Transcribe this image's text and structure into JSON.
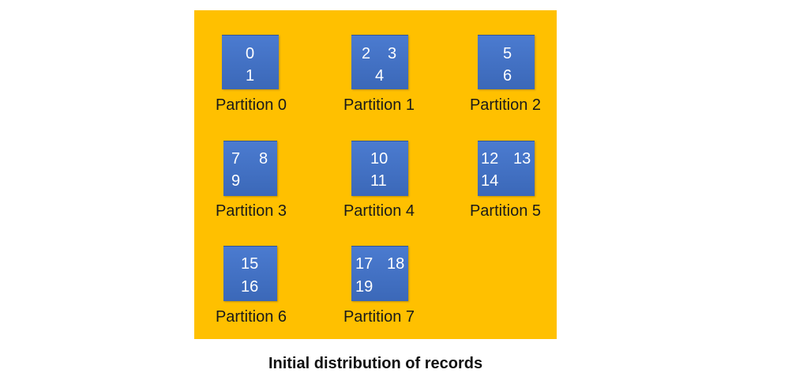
{
  "caption": "Initial distribution of records",
  "colors": {
    "panel_background": "#FFC000",
    "partition_box": "#4472C4",
    "record_text": "#FFFFFF",
    "label_text": "#1A1A1A"
  },
  "partitions": [
    {
      "label": "Partition 0",
      "records": [
        "0",
        "1"
      ]
    },
    {
      "label": "Partition 1",
      "records": [
        "2",
        "3",
        "4"
      ]
    },
    {
      "label": "Partition 2",
      "records": [
        "5",
        "6"
      ]
    },
    {
      "label": "Partition 3",
      "records": [
        "7",
        "8",
        "9"
      ]
    },
    {
      "label": "Partition 4",
      "records": [
        "10",
        "11"
      ]
    },
    {
      "label": "Partition 5",
      "records": [
        "12",
        "13",
        "14"
      ]
    },
    {
      "label": "Partition 6",
      "records": [
        "15",
        "16"
      ]
    },
    {
      "label": "Partition 7",
      "records": [
        "17",
        "18",
        "19"
      ]
    }
  ]
}
